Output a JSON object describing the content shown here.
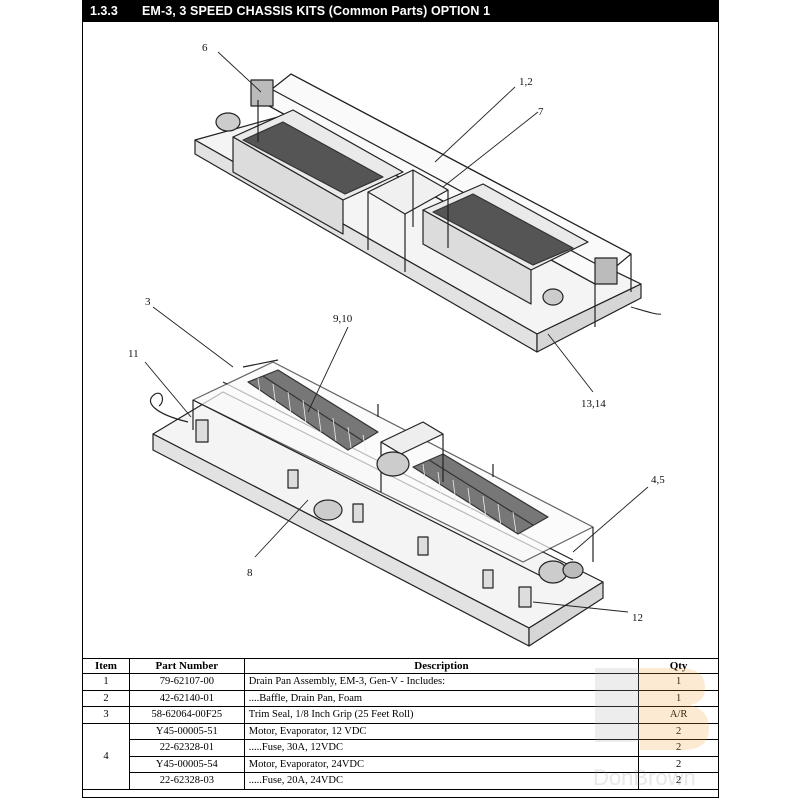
{
  "header": {
    "section": "1.3.3",
    "title": "EM-3, 3 SPEED CHASSIS KITS (Common Parts) OPTION 1"
  },
  "callouts": {
    "c6": "6",
    "c12a": "1,2",
    "c7": "7",
    "c3": "3",
    "c910": "9,10",
    "c11": "11",
    "c1314": "13,14",
    "c45": "4,5",
    "c8": "8",
    "c12": "12"
  },
  "table": {
    "headers": {
      "item": "Item",
      "part": "Part Number",
      "desc": "Description",
      "qty": "Qty"
    },
    "rows": [
      {
        "item": "1",
        "part": "79-62107-00",
        "desc": "Drain Pan Assembly, EM-3, Gen-V - Includes:",
        "qty": "1"
      },
      {
        "item": "2",
        "part": "42-62140-01",
        "desc": "....Baffle, Drain Pan, Foam",
        "qty": "1"
      },
      {
        "item": "3",
        "part": "58-62064-00F25",
        "desc": "Trim Seal, 1/8 Inch Grip (25 Feet Roll)",
        "qty": "A/R"
      }
    ],
    "group4": {
      "item": "4",
      "rows": [
        {
          "part": "Y45-00005-51",
          "desc": "Motor, Evaporator, 12 VDC",
          "qty": "2"
        },
        {
          "part": "22-62328-01",
          "desc": ".....Fuse, 30A, 12VDC",
          "qty": "2"
        },
        {
          "part": "Y45-00005-54",
          "desc": "Motor, Evaporator, 24VDC",
          "qty": "2"
        },
        {
          "part": "22-62328-03",
          "desc": ".....Fuse, 20A, 24VDC",
          "qty": "2"
        }
      ]
    }
  },
  "watermark": {
    "text": "DonBrown"
  }
}
